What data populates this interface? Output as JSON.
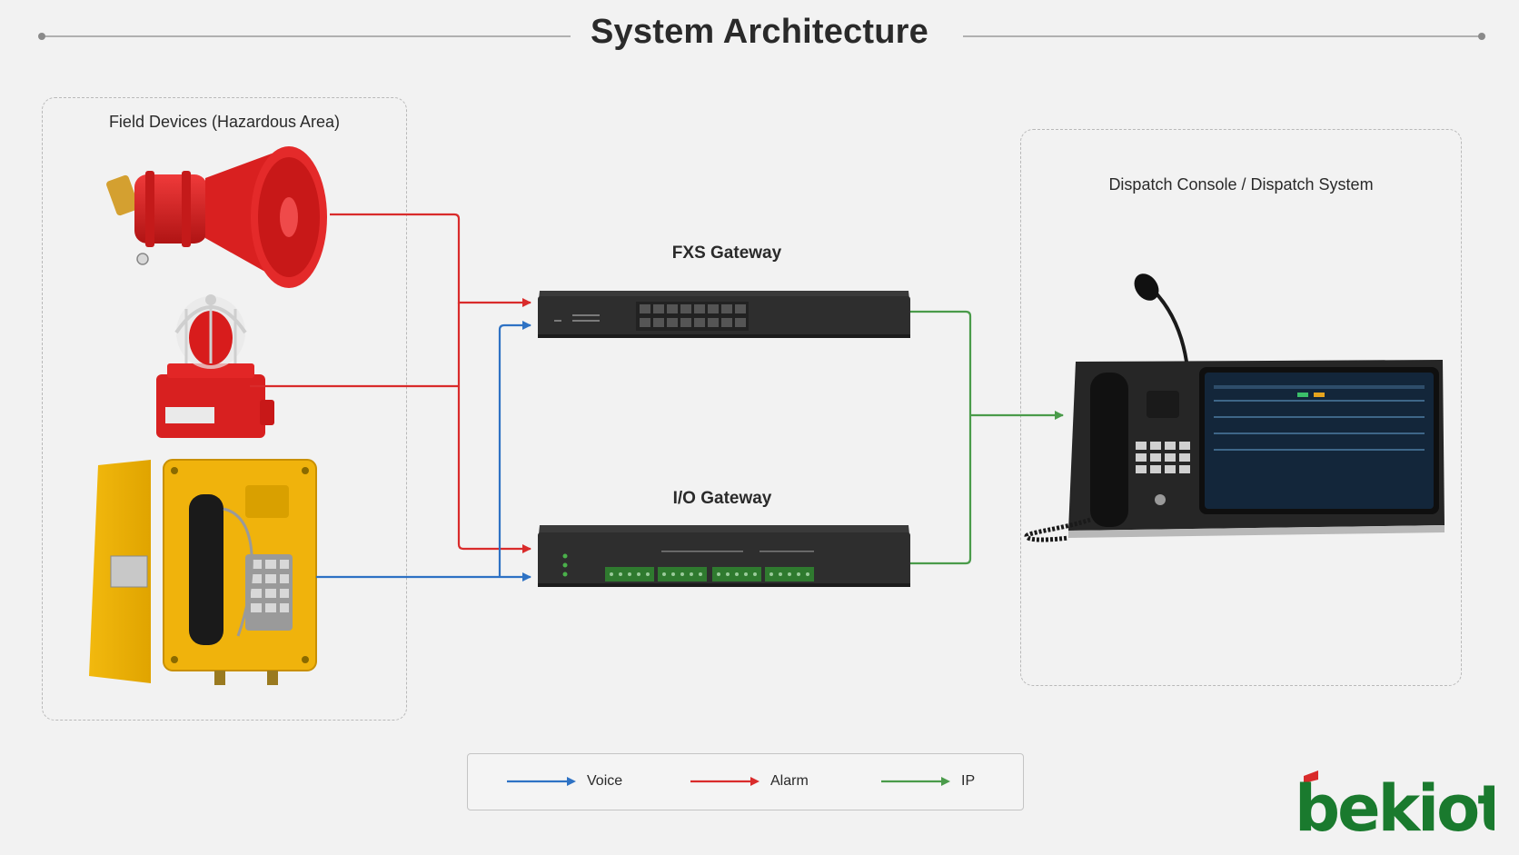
{
  "title": "System Architecture",
  "panels": {
    "field": {
      "label": "Field Devices (Hazardous Area)"
    },
    "dispatch": {
      "label": "Dispatch Console / Dispatch System"
    }
  },
  "gateways": {
    "fxs": {
      "label": "FXS Gateway"
    },
    "io": {
      "label": "I/O Gateway"
    }
  },
  "devices": {
    "horn": {
      "icon": "alarm-horn-speaker-icon"
    },
    "beacon": {
      "icon": "warning-beacon-light-icon"
    },
    "phone": {
      "icon": "explosion-proof-telephone-icon"
    },
    "console": {
      "icon": "dispatch-console-icon"
    }
  },
  "legend": [
    {
      "label": "Voice",
      "color": "#2e72c4"
    },
    {
      "label": "Alarm",
      "color": "#d92b2b"
    },
    {
      "label": "IP",
      "color": "#4a9b4a"
    }
  ],
  "colors": {
    "voice": "#2e72c4",
    "alarm": "#d92b2b",
    "ip": "#4a9b4a",
    "brand_green": "#1a7a2e",
    "brand_red": "#d92b2b"
  },
  "logo": {
    "text": "bekiot"
  }
}
